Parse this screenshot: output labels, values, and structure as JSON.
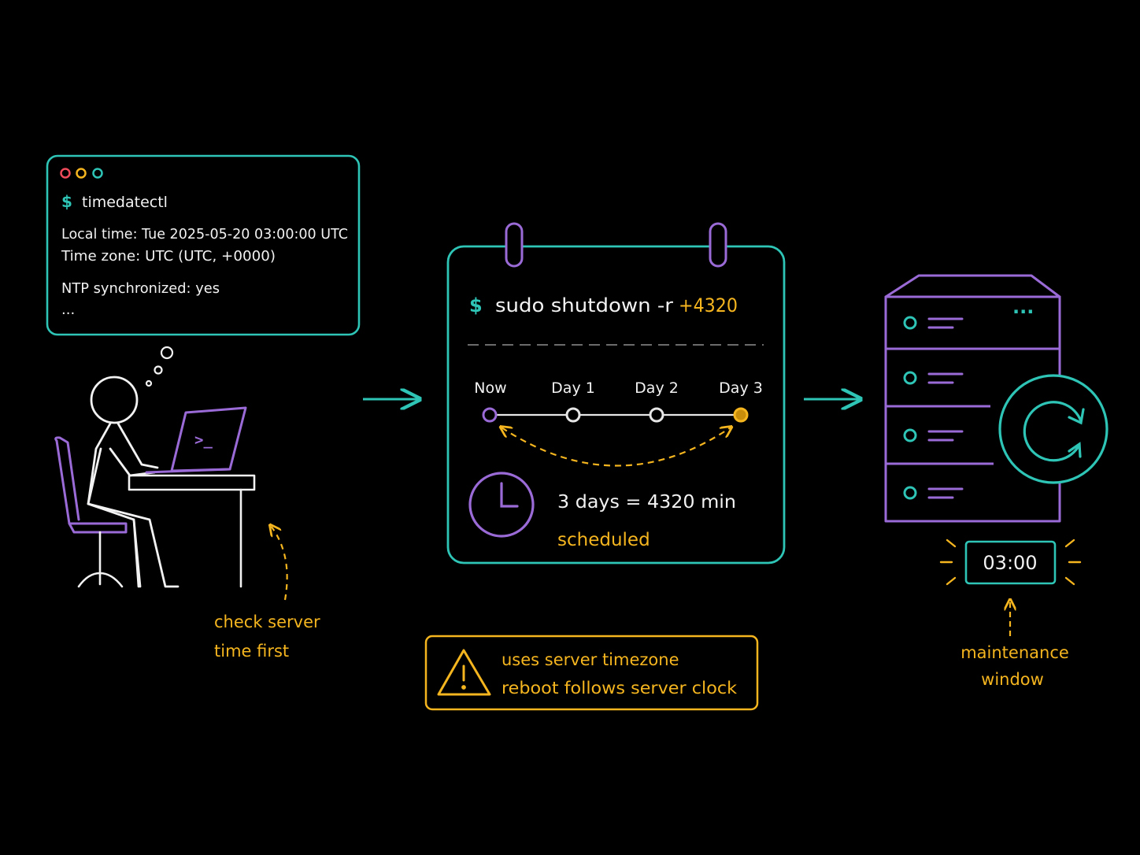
{
  "colors": {
    "background": "#000000",
    "teal": "#2ec4b6",
    "purple": "#9a6bd6",
    "yellow": "#f5b51f",
    "white": "#f2f2f2",
    "gray": "#6b6b6b",
    "dot_red": "#ef4b5a"
  },
  "terminal": {
    "prompt": "$",
    "command": "timedatectl",
    "local_time": "Local time: Tue 2025-05-20 03:00:00 UTC",
    "time_zone": "Time zone: UTC (UTC, +0000)",
    "ntp": "NTP synchronized: yes",
    "ellipsis": "..."
  },
  "person": {
    "laptop_glyph": ">_",
    "note_line1": "check server",
    "note_line2": "time first"
  },
  "calendar": {
    "prompt": "$",
    "command": "sudo shutdown -r",
    "argument": "+4320",
    "timeline": [
      "Now",
      "Day 1",
      "Day 2",
      "Day 3"
    ],
    "equation": "3 days = 4320 min",
    "status": "scheduled"
  },
  "warning": {
    "line1": "uses server timezone",
    "line2": "reboot follows server clock"
  },
  "server": {
    "status_dots": "...",
    "clock": "03:00",
    "note_line1": "maintenance",
    "note_line2": "window"
  }
}
